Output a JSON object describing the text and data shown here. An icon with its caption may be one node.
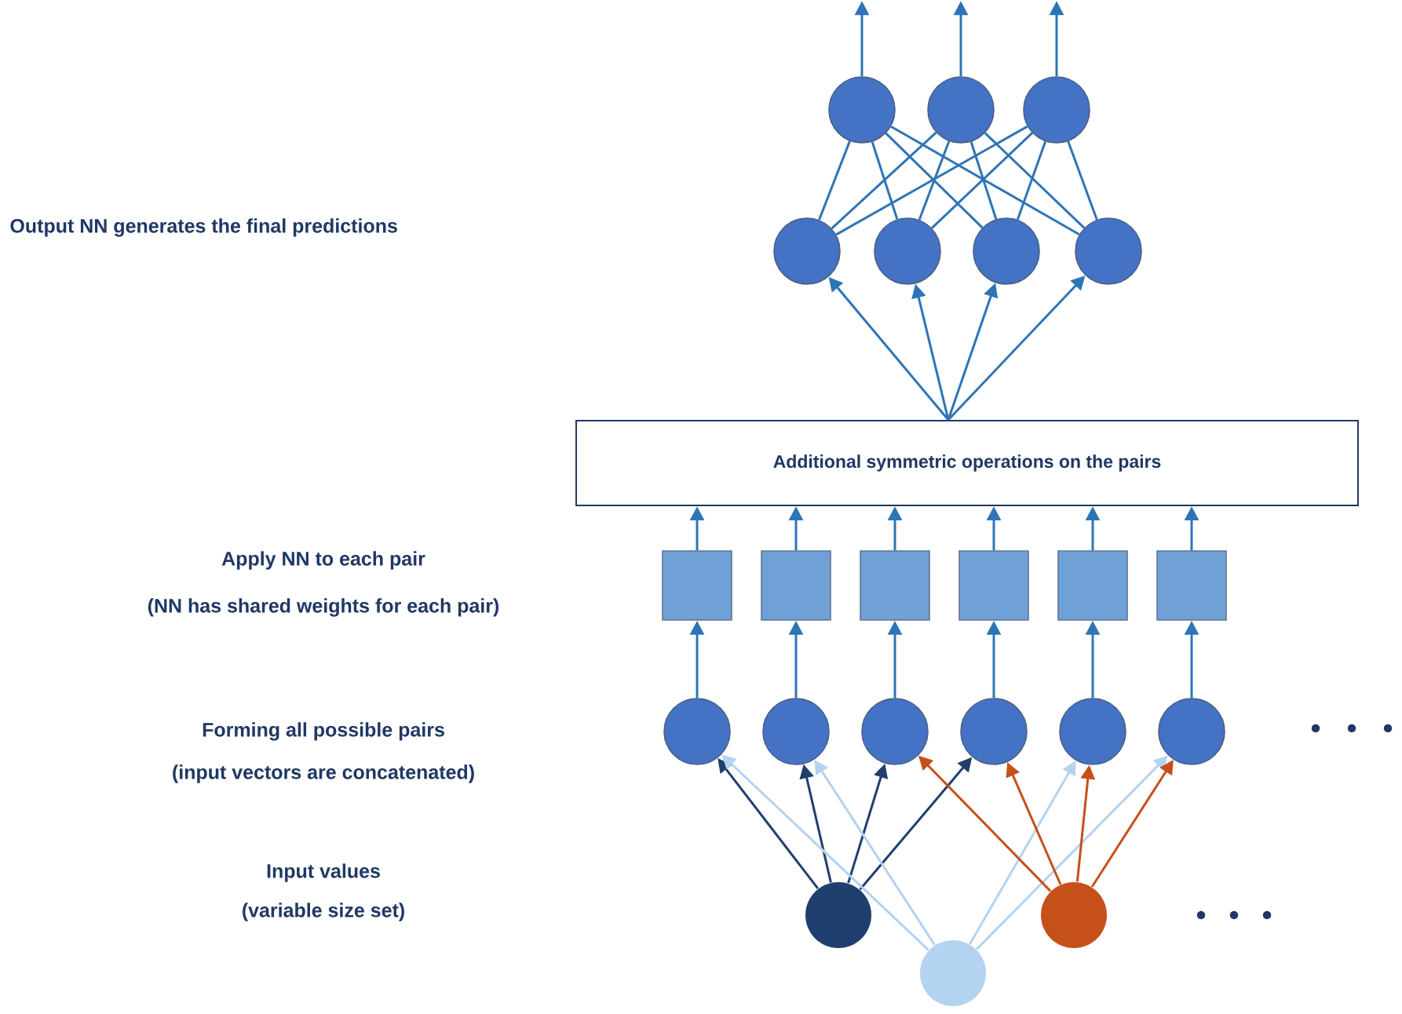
{
  "diagram": {
    "nodes": [
      {
        "text": [
          "Additional symmetric operations on the pairs"
        ]
      },
      {
        "text": [],
        "shape": "circle"
      },
      {
        "text": [],
        "shape": "circle"
      },
      {
        "text": [],
        "shape": "circle"
      },
      {
        "text": [],
        "shape": "circle"
      },
      {
        "text": [],
        "shape": "circle"
      },
      {
        "text": [],
        "shape": "circle"
      },
      {
        "text": [],
        "shape": "circle"
      },
      {
        "text": [],
        "shape": "box"
      },
      {
        "text": [],
        "shape": "box"
      },
      {
        "text": [],
        "shape": "box"
      },
      {
        "text": [],
        "shape": "box"
      },
      {
        "text": [],
        "shape": "box"
      },
      {
        "text": [],
        "shape": "box"
      },
      {
        "text": [],
        "shape": "circle"
      },
      {
        "text": [],
        "shape": "circle"
      },
      {
        "text": [],
        "shape": "circle"
      },
      {
        "text": [],
        "shape": "circle"
      },
      {
        "text": [],
        "shape": "circle"
      },
      {
        "text": [],
        "shape": "circle"
      },
      {
        "text": [],
        "shape": "circle"
      },
      {
        "text": [],
        "shape": "circle"
      },
      {
        "text": [],
        "shape": "circle"
      }
    ],
    "edges": [
      {
        "from": 1,
        "to": null,
        "arrow": "to"
      },
      {
        "from": 2,
        "to": null,
        "arrow": "to"
      },
      {
        "from": 3,
        "to": null,
        "arrow": "to"
      },
      {
        "from": 4,
        "to": 1,
        "arrow": "none"
      },
      {
        "from": 4,
        "to": 2,
        "arrow": "none"
      },
      {
        "from": 4,
        "to": 3,
        "arrow": "none"
      },
      {
        "from": 5,
        "to": 1,
        "arrow": "none"
      },
      {
        "from": 5,
        "to": 2,
        "arrow": "none"
      },
      {
        "from": 5,
        "to": 3,
        "arrow": "none"
      },
      {
        "from": 6,
        "to": 1,
        "arrow": "none"
      },
      {
        "from": 6,
        "to": 2,
        "arrow": "none"
      },
      {
        "from": 6,
        "to": 3,
        "arrow": "none"
      },
      {
        "from": 7,
        "to": 1,
        "arrow": "none"
      },
      {
        "from": 7,
        "to": 2,
        "arrow": "none"
      },
      {
        "from": 7,
        "to": 3,
        "arrow": "none"
      },
      {
        "from": 0,
        "to": 4,
        "arrow": "to"
      },
      {
        "from": 0,
        "to": 5,
        "arrow": "to"
      },
      {
        "from": 0,
        "to": 6,
        "arrow": "to"
      },
      {
        "from": 0,
        "to": 7,
        "arrow": "to"
      },
      {
        "from": 8,
        "to": 0,
        "arrow": "to"
      },
      {
        "from": 9,
        "to": 0,
        "arrow": "to"
      },
      {
        "from": 10,
        "to": 0,
        "arrow": "to"
      },
      {
        "from": 11,
        "to": 0,
        "arrow": "to"
      },
      {
        "from": 12,
        "to": 0,
        "arrow": "to"
      },
      {
        "from": 13,
        "to": 0,
        "arrow": "to"
      },
      {
        "from": 14,
        "to": 8,
        "arrow": "to"
      },
      {
        "from": 15,
        "to": 9,
        "arrow": "to"
      },
      {
        "from": 16,
        "to": 10,
        "arrow": "to"
      },
      {
        "from": 17,
        "to": 11,
        "arrow": "to"
      },
      {
        "from": 18,
        "to": 12,
        "arrow": "to"
      },
      {
        "from": 19,
        "to": 13,
        "arrow": "to"
      },
      {
        "from": 20,
        "to": 14,
        "arrow": "to",
        "color": "#1f3f6e"
      },
      {
        "from": 20,
        "to": 15,
        "arrow": "to",
        "color": "#1f3f6e"
      },
      {
        "from": 20,
        "to": 16,
        "arrow": "to",
        "color": "#1f3f6e"
      },
      {
        "from": 20,
        "to": 17,
        "arrow": "to",
        "color": "#1f3f6e"
      },
      {
        "from": 21,
        "to": 14,
        "arrow": "to",
        "color": "#b4d3f0"
      },
      {
        "from": 21,
        "to": 15,
        "arrow": "to",
        "color": "#b4d3f0"
      },
      {
        "from": 21,
        "to": 18,
        "arrow": "to",
        "color": "#b4d3f0"
      },
      {
        "from": 21,
        "to": 19,
        "arrow": "to",
        "color": "#b4d3f0"
      },
      {
        "from": 22,
        "to": 16,
        "arrow": "to",
        "color": "#c5501a"
      },
      {
        "from": 22,
        "to": 17,
        "arrow": "to",
        "color": "#c5501a"
      },
      {
        "from": 22,
        "to": 18,
        "arrow": "to",
        "color": "#c5501a"
      },
      {
        "from": 22,
        "to": 19,
        "arrow": "to",
        "color": "#c5501a"
      }
    ],
    "labels": [
      "Output NN generates the final predictions",
      "Apply NN to each pair",
      "(NN has shared weights for each pair)",
      "Forming all possible pairs",
      "(input vectors are concatenated)",
      "Input values",
      "(variable size set)"
    ]
  }
}
